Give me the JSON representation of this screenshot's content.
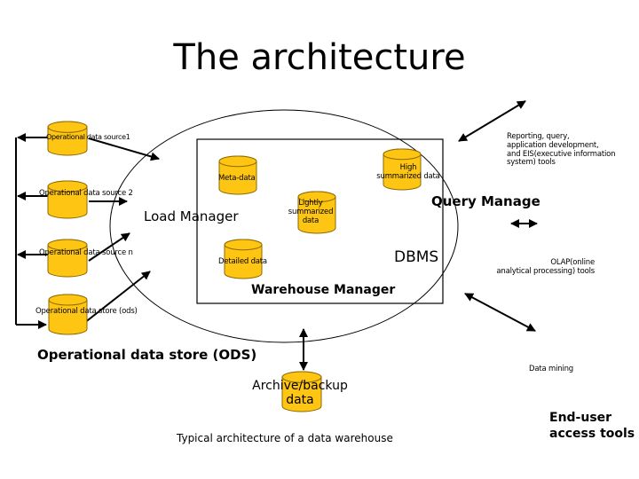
{
  "title": "The architecture",
  "colors": {
    "cylinder_fill": "#FFC513",
    "cylinder_stroke": "#8B6A00",
    "line": "#000000",
    "background": "#FFFFFF"
  },
  "sources": [
    {
      "id": "src1",
      "label": "Operational data source1"
    },
    {
      "id": "src2",
      "label": "Operational data source 2"
    },
    {
      "id": "srcn",
      "label": "Operational data source n"
    },
    {
      "id": "ods",
      "label": "Operational data store (ods)"
    }
  ],
  "warehouse": {
    "load_manager": "Load Manager",
    "query_manager": "Query Manage",
    "warehouse_manager": "Warehouse Manager",
    "dbms": "DBMS",
    "stores": {
      "meta_data": "Meta-data",
      "high_summarized": [
        "High",
        "summarized data"
      ],
      "lightly_summarized": [
        "Lightly",
        "summarized",
        "data"
      ],
      "detailed": "Detailed data"
    }
  },
  "ods_heading": "Operational data store (ODS)",
  "archive": [
    "Archive/backup",
    "data"
  ],
  "caption": "Typical architecture of a data warehouse",
  "tools": {
    "reporting": [
      "Reporting, query,",
      "application development,",
      "and EIS(executive information",
      "system) tools"
    ],
    "olap": [
      "OLAP(online",
      "analytical processing) tools"
    ],
    "data_mining": "Data mining",
    "end_user": [
      "End-user",
      "access tools"
    ]
  }
}
